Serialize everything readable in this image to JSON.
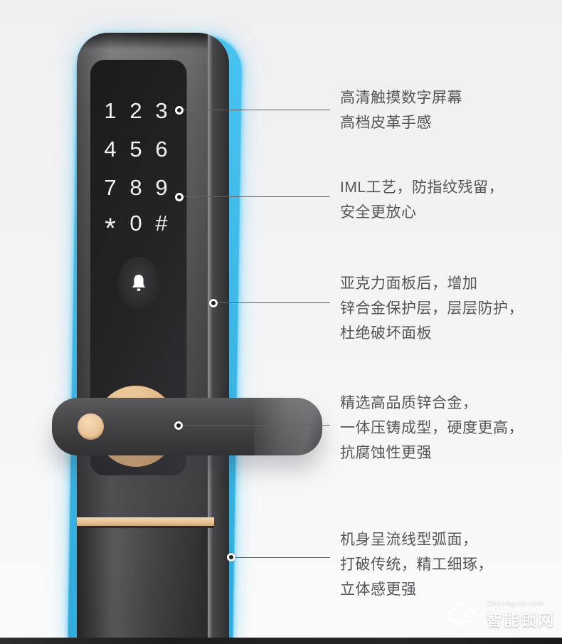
{
  "product": {
    "name_hint": "smart-door-lock",
    "keypad": [
      [
        "1",
        "2",
        "3"
      ],
      [
        "4",
        "5",
        "6"
      ],
      [
        "7",
        "8",
        "9"
      ],
      [
        "*",
        "0",
        "#"
      ]
    ]
  },
  "annotations": [
    {
      "lines": [
        "高清触摸数字屏幕",
        "高档皮革手感"
      ]
    },
    {
      "lines": [
        "IML工艺，防指纹残留，",
        "安全更放心"
      ]
    },
    {
      "lines": [
        "亚克力面板后，增加",
        "锌合金保护层，层层防护，",
        "杜绝破坏面板"
      ]
    },
    {
      "lines": [
        "精选高品质锌合金，",
        "一体压铸成型，硬度更高，",
        "抗腐蚀性更强"
      ]
    },
    {
      "lines": [
        "机身呈流线型弧面，",
        "打破传统，精工细琢，",
        "立体感更强"
      ]
    }
  ],
  "watermark": {
    "url_text": "Zhinengsuo.com",
    "site_name": "智能锁网"
  },
  "icons": {
    "doorbell": "bell-icon",
    "watermark_logo": "cloud-plus-icon"
  },
  "colors": {
    "accent_cyan": "#39b9e9",
    "gold_trim": "#e8c295",
    "body_gray": "#525254",
    "panel_black": "#242427",
    "annotation_text": "#55565a",
    "background": "#f3f3f5",
    "keypad_text": "#f2f2f2"
  }
}
